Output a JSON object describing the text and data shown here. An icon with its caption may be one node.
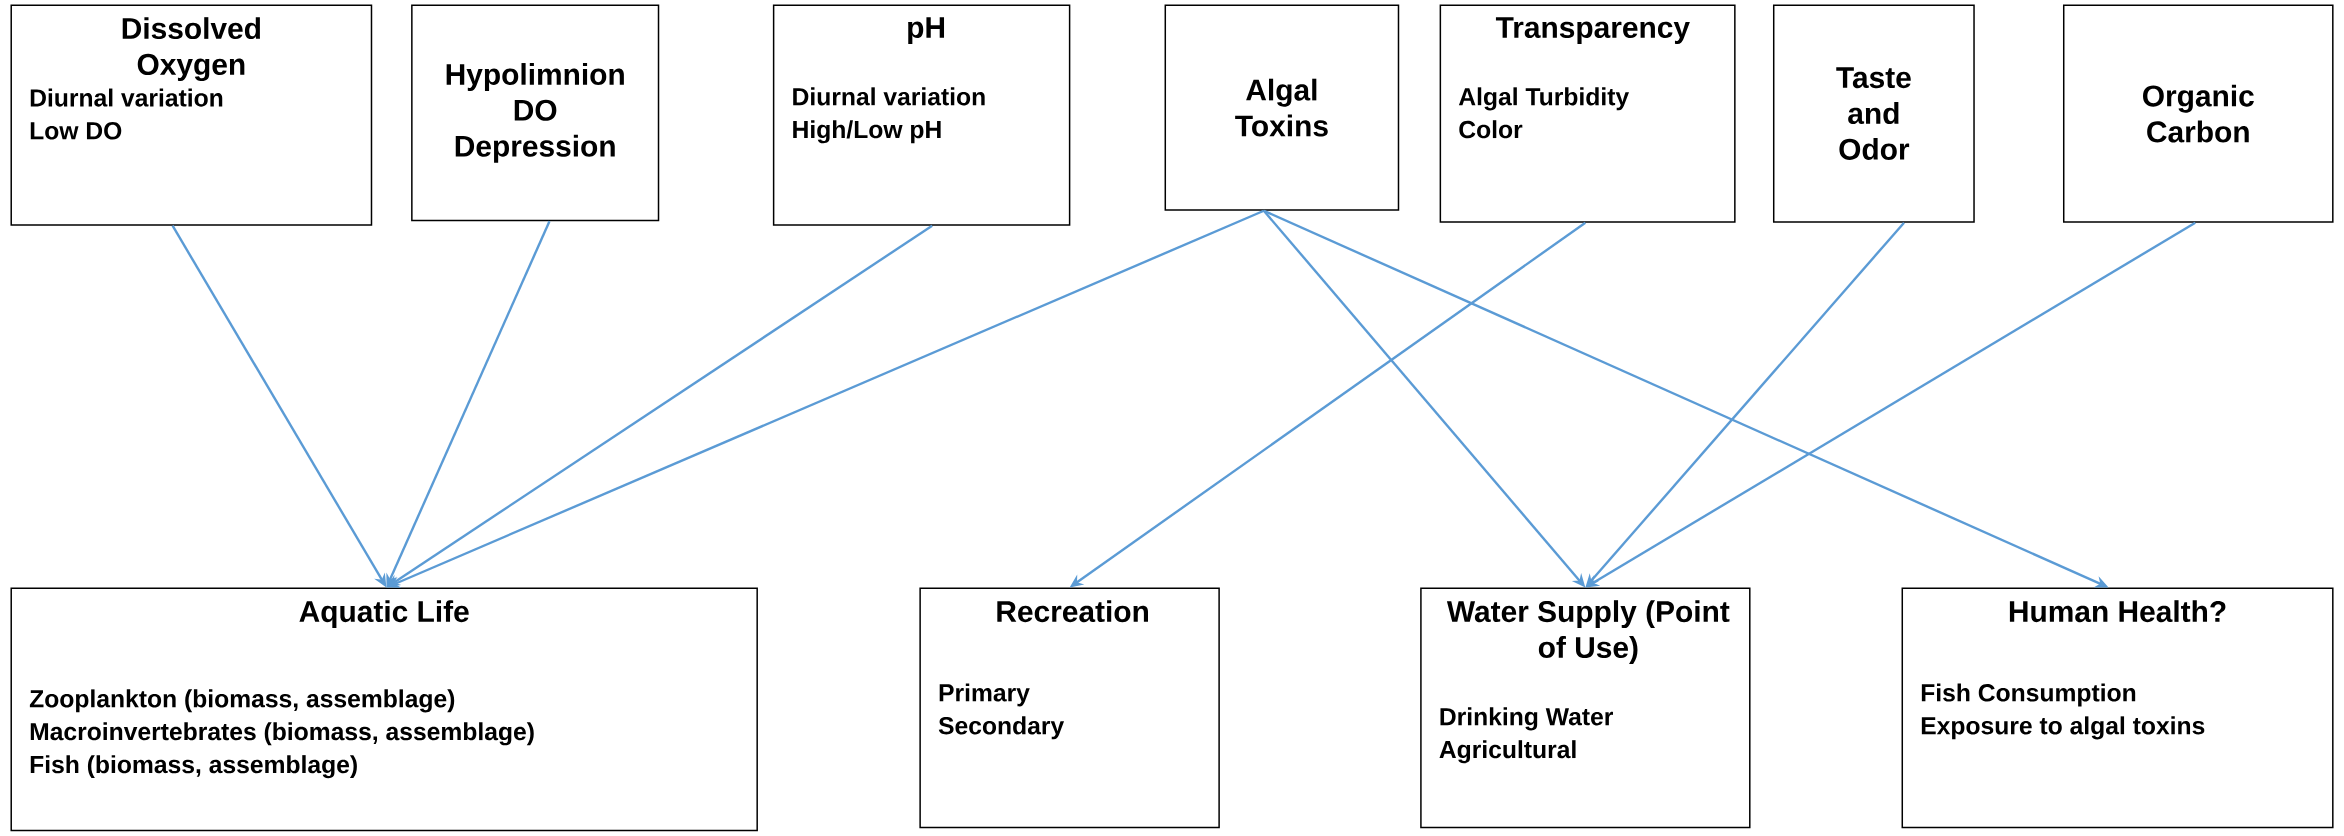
{
  "diagram": {
    "nodes": [
      {
        "text": [
          "Dissolved Oxygen",
          "Diurnal variation",
          "Low DO"
        ]
      },
      {
        "text": [
          "Hypolimnion DO Depression"
        ]
      },
      {
        "text": [
          "pH",
          "Diurnal variation",
          "High/Low pH"
        ]
      },
      {
        "text": [
          "Algal Toxins"
        ]
      },
      {
        "text": [
          "Transparency",
          "Algal Turbidity",
          "Color"
        ]
      },
      {
        "text": [
          "Taste and Odor"
        ]
      },
      {
        "text": [
          "Organic Carbon"
        ]
      },
      {
        "text": [
          "Aquatic Life",
          "Zooplankton (biomass, assemblage)",
          "Macroinvertebrates (biomass, assemblage)",
          "Fish (biomass, assemblage)"
        ]
      },
      {
        "text": [
          "Recreation",
          "Primary",
          "Secondary"
        ]
      },
      {
        "text": [
          "Water Supply (Point of Use)",
          "Drinking Water",
          "Agricultural"
        ]
      },
      {
        "text": [
          "Human Health?",
          "Fish Consumption",
          "Exposure to algal toxins"
        ]
      }
    ],
    "edges": [
      {
        "from": 0,
        "to": 7,
        "arrow": "to"
      },
      {
        "from": 1,
        "to": 7,
        "arrow": "to"
      },
      {
        "from": 2,
        "to": 7,
        "arrow": "to"
      },
      {
        "from": 3,
        "to": 7,
        "arrow": "to"
      },
      {
        "from": 3,
        "to": 9,
        "arrow": "to"
      },
      {
        "from": 3,
        "to": 10,
        "arrow": "to"
      },
      {
        "from": 4,
        "to": 8,
        "arrow": "to"
      },
      {
        "from": 5,
        "to": 9,
        "arrow": "to"
      },
      {
        "from": 6,
        "to": 9,
        "arrow": "to"
      }
    ]
  }
}
